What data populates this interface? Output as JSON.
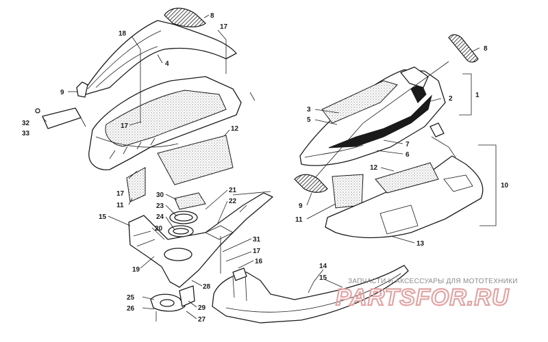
{
  "part_callouts": [
    "8",
    "17",
    "18",
    "4",
    "9",
    "32",
    "33",
    "17",
    "12",
    "17",
    "11",
    "30",
    "23",
    "24",
    "21",
    "22",
    "15",
    "20",
    "19",
    "31",
    "17",
    "16",
    "28",
    "25",
    "26",
    "29",
    "27",
    "14",
    "15",
    "8",
    "1",
    "2",
    "3",
    "5",
    "7",
    "6",
    "12",
    "10",
    "9",
    "11",
    "13"
  ],
  "watermark": {
    "caption": "ЗАПЧАСТИ И АКСЕССУАРЫ ДЛЯ МОТОТЕХНИКИ",
    "logo": "PARTSFOR.RU"
  }
}
